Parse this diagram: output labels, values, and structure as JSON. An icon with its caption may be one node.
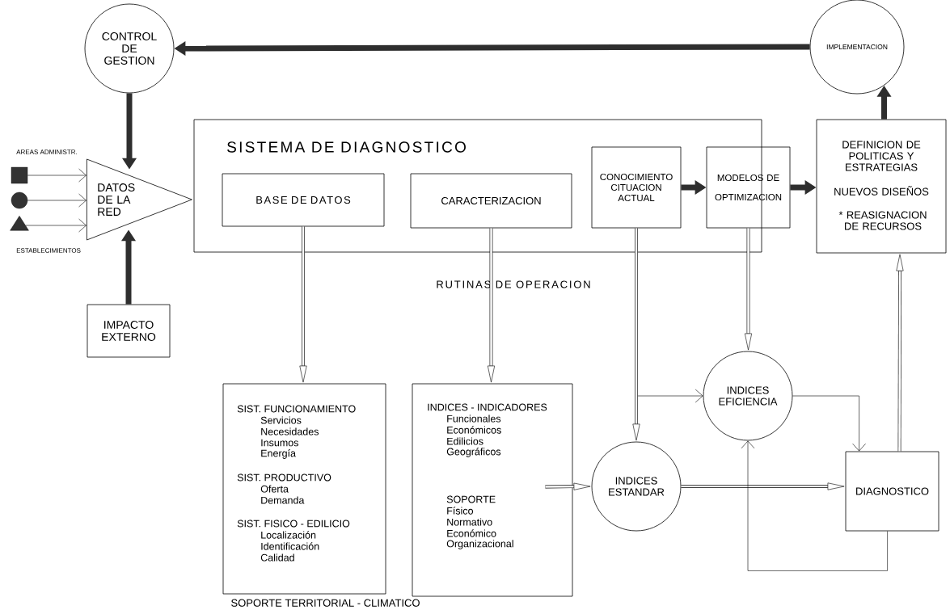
{
  "diagram": {
    "nodes": [
      {
        "text": [
          "CONTROL DE GESTION"
        ]
      },
      {
        "text": [
          "IMPLEMENTACION"
        ]
      },
      {
        "text": [
          "SISTEMA DE DIAGNOSTICO"
        ]
      },
      {
        "text": [
          "BASE DE DATOS"
        ],
        "in": 2
      },
      {
        "text": [
          "CARACTERIZACION"
        ],
        "in": 2
      },
      {
        "text": [
          "CONOCIMIENTO CITUACION ACTUAL"
        ],
        "in": 2
      },
      {
        "text": [
          "MODELOS DE OPTIMIZACION"
        ]
      },
      {
        "text": [
          "DEFINICION DE POLITICAS Y ESTRATEGIAS",
          "NUEVOS DISEÑOS",
          "* REASIGNACION DE RECURSOS"
        ]
      },
      {
        "text": [
          "DATOS DE LA RED"
        ]
      },
      {
        "text": [],
        "shape": "box"
      },
      {
        "text": [],
        "shape": "circle"
      },
      {
        "text": [],
        "shape": "triangle"
      },
      {
        "text": [
          "IMPACTO EXTERNO"
        ]
      },
      {
        "text": [
          "SIST. FUNCIONAMIENTO",
          "Servicios",
          "Necesidades",
          "Insumos",
          "Energía",
          "SIST. PRODUCTIVO",
          "Oferta",
          "Demanda",
          "SIST. FISICO - EDILICIO",
          "Localización",
          "Identificación",
          "Calidad"
        ],
        "beside": [
          "SOPORTE TERRITORIAL - CLIMATICO"
        ]
      },
      {
        "text": [
          "INDICES - INDICADORES",
          "Funcionales",
          "Económicos",
          "Edilicios",
          "Geográficos",
          "SOPORTE",
          "Físico",
          "Normativo",
          "Económico",
          "Organizacional"
        ]
      },
      {
        "text": [
          "INDICES ESTANDAR"
        ]
      },
      {
        "text": [
          "INDICES EFICIENCIA"
        ]
      },
      {
        "text": [
          "DIAGNOSTICO"
        ]
      }
    ],
    "edges": [
      {
        "from": 1,
        "to": 0,
        "arrow": "to",
        "style": "thick"
      },
      {
        "from": 0,
        "to": 8,
        "arrow": "to",
        "style": "thick"
      },
      {
        "from": 12,
        "to": 8,
        "arrow": "to",
        "style": "thick"
      },
      {
        "from": 9,
        "to": 8,
        "arrow": "to"
      },
      {
        "from": 10,
        "to": 8,
        "arrow": "to"
      },
      {
        "from": 11,
        "to": 8,
        "arrow": "to"
      },
      {
        "from": 5,
        "to": 6,
        "arrow": "to",
        "style": "thick"
      },
      {
        "from": 6,
        "to": 7,
        "arrow": "to",
        "style": "thick"
      },
      {
        "from": 7,
        "to": 1,
        "arrow": "to",
        "style": "thick"
      },
      {
        "from": 3,
        "to": 13,
        "arrow": "to"
      },
      {
        "from": 4,
        "to": 14,
        "arrow": "to"
      },
      {
        "from": 5,
        "to": 16,
        "arrow": "to"
      },
      {
        "from": 5,
        "to": 15,
        "arrow": "to"
      },
      {
        "from": 6,
        "to": 16,
        "arrow": "to"
      },
      {
        "from": 14,
        "to": 15,
        "arrow": "to"
      },
      {
        "from": 15,
        "to": 17,
        "arrow": "to"
      },
      {
        "from": 16,
        "to": 17,
        "arrow": "to"
      },
      {
        "from": 17,
        "to": 16,
        "arrow": "to"
      },
      {
        "from": 17,
        "to": 7,
        "arrow": "to"
      }
    ],
    "labels": [
      "AREAS ADMINISTR.",
      "ESTABLECIMIENTOS",
      "RUTINAS DE OPERACION"
    ]
  }
}
